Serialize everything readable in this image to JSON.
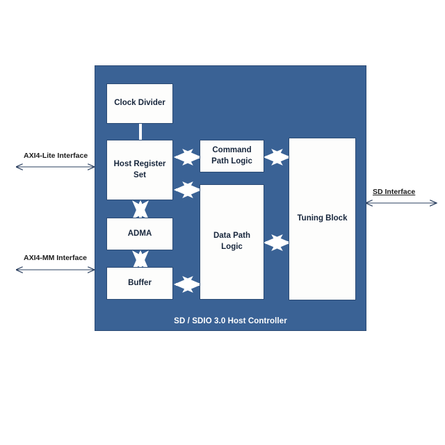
{
  "diagram": {
    "container": {
      "label": "SD / SDIO 3.0 Host Controller",
      "fill_color": "#3A6295",
      "border_color": "#2A4A74"
    },
    "blocks": [
      {
        "id": "clock-divider",
        "label": "Clock Divider"
      },
      {
        "id": "host-register",
        "label": "Host Register Set"
      },
      {
        "id": "adma",
        "label": "ADMA"
      },
      {
        "id": "buffer",
        "label": "Buffer"
      },
      {
        "id": "command-path",
        "label": "Command Path Logic"
      },
      {
        "id": "data-path",
        "label": "Data Path Logic"
      },
      {
        "id": "tuning",
        "label": "Tuning Block"
      }
    ],
    "interfaces": [
      {
        "id": "axi4-lite",
        "label": "AXI4-Lite Interface",
        "side": "left",
        "underlined": false
      },
      {
        "id": "axi4-mm",
        "label": "AXI4-MM Interface",
        "side": "left",
        "underlined": false
      },
      {
        "id": "sd",
        "label": "SD Interface",
        "side": "right",
        "underlined": true
      }
    ],
    "connections": [
      {
        "from": "host-register",
        "to": "clock-divider",
        "arrows": "single-up"
      },
      {
        "from": "host-register",
        "to": "command-path",
        "arrows": "double"
      },
      {
        "from": "host-register",
        "to": "data-path",
        "arrows": "double"
      },
      {
        "from": "host-register",
        "to": "adma",
        "arrows": "double"
      },
      {
        "from": "adma",
        "to": "buffer",
        "arrows": "double"
      },
      {
        "from": "buffer",
        "to": "data-path",
        "arrows": "double"
      },
      {
        "from": "command-path",
        "to": "tuning",
        "arrows": "double"
      },
      {
        "from": "data-path",
        "to": "tuning",
        "arrows": "double"
      }
    ],
    "colors": {
      "block_fill": "#FDFDFC",
      "text_dark": "#17263C",
      "text_white": "#FFFFFF",
      "arrow_white": "#FFFFFF",
      "arrow_dark": "#2A3F5F"
    }
  }
}
